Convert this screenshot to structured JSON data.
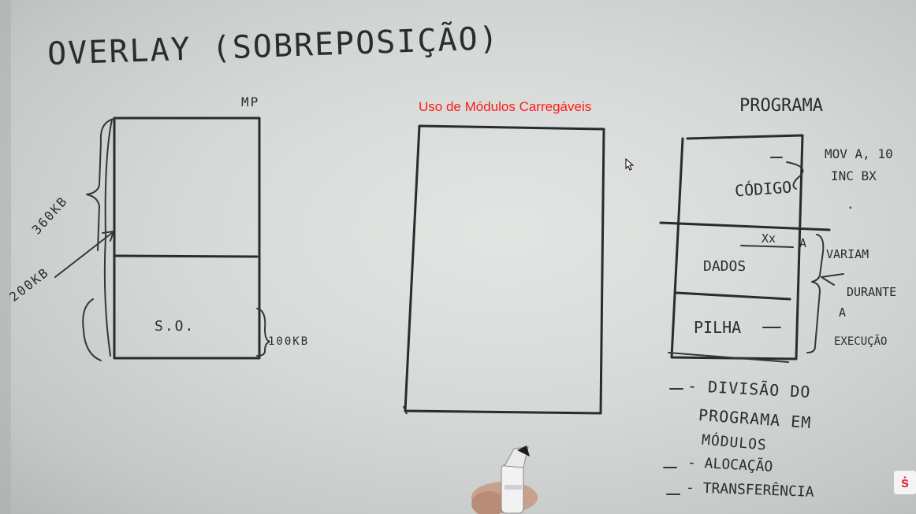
{
  "caption": {
    "text": "Uso de Módulos Carregáveis"
  },
  "whiteboard": {
    "title": "OVERLAY (SOBREPOSIÇÃO)",
    "memory_diagram": {
      "label_mp": "MP",
      "size_top": "360KB",
      "size_mid": "200KB",
      "size_bottom": "100KB",
      "os_label": "S.O."
    },
    "program_diagram": {
      "heading": "PROGRAMA",
      "code_label": "CÓDIGO",
      "code_notes": [
        "MOV A, 10",
        "INC BX",
        "."
      ],
      "var_label": "Xx",
      "var_tag": "A",
      "data_label": "DADOS",
      "stack_label": "PILHA",
      "note": [
        "VARIAM",
        "DURANTE",
        "A",
        "EXECUÇÃO"
      ]
    },
    "bullets": [
      "- DIVISÃO DO",
      "PROGRAMA EM",
      "MÓDULOS",
      "- ALOCAÇÃO",
      "- TRANSFERÊNCIA"
    ]
  },
  "icons": {
    "cursor": "arrow-cursor-icon",
    "logo": "brand-logo-icon",
    "marker": "marker-pen-icon"
  }
}
